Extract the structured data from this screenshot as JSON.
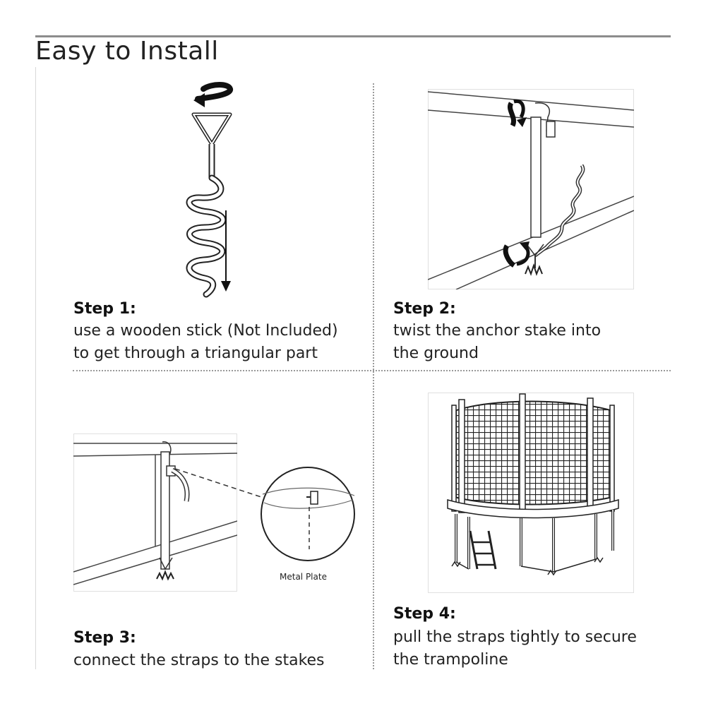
{
  "header": {
    "title": "Easy to Install"
  },
  "steps": [
    {
      "title": "Step 1:",
      "lines": [
        "use a wooden stick (Not Included)",
        "to get through a triangular part"
      ]
    },
    {
      "title": "Step 2:",
      "lines": [
        "twist the anchor stake into",
        "the ground"
      ]
    },
    {
      "title": "Step 3:",
      "lines": [
        "connect the straps to the stakes"
      ]
    },
    {
      "title": "Step 4:",
      "lines": [
        "pull the straps tightly to secure",
        "the trampoline"
      ]
    }
  ],
  "callout": {
    "label": "Metal Plate"
  },
  "icons": [
    "rotate-arrow-icon",
    "down-arrow-icon",
    "twist-up-arrow-icon",
    "twist-down-arrow-icon"
  ]
}
